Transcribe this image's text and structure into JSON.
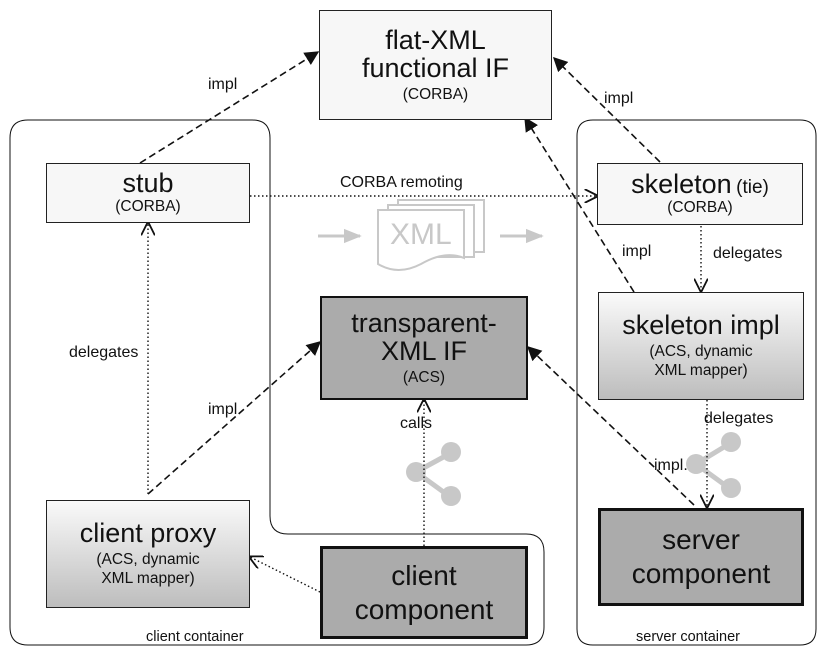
{
  "nodes": {
    "flat_xml_if": {
      "title": "flat-XML\nfunctional IF",
      "subtitle": "(CORBA)"
    },
    "stub": {
      "title": "stub",
      "subtitle": "(CORBA)"
    },
    "skeleton": {
      "title": "skeleton",
      "title_suffix": "(tie)",
      "subtitle": "(CORBA)"
    },
    "transparent_xml_if": {
      "title": "transparent-\nXML IF",
      "subtitle": "(ACS)"
    },
    "skeleton_impl": {
      "title": "skeleton impl",
      "subtitle": "(ACS, dynamic\nXML mapper)"
    },
    "client_proxy": {
      "title": "client proxy",
      "subtitle": "(ACS, dynamic\nXML mapper)"
    },
    "client_component": {
      "title": "client\ncomponent"
    },
    "server_component": {
      "title": "server\ncomponent"
    }
  },
  "xml_stack_label": "XML",
  "containers": {
    "client": "client container",
    "server": "server container"
  },
  "edges": {
    "stub_impl": "impl",
    "skeleton_impl_up": "impl",
    "corba_remoting": "CORBA remoting",
    "skeleton_impl_flat": "impl",
    "skeleton_delegates": "delegates",
    "stub_delegates": "delegates",
    "proxy_impl": "impl",
    "component_calls": "calls",
    "impl_delegates": "delegates",
    "server_impl": "impl."
  },
  "colors": {
    "light_box": "#f7f7f7",
    "dark_box": "#ababab",
    "faded": "#c8c8c8",
    "line": "#111111"
  }
}
